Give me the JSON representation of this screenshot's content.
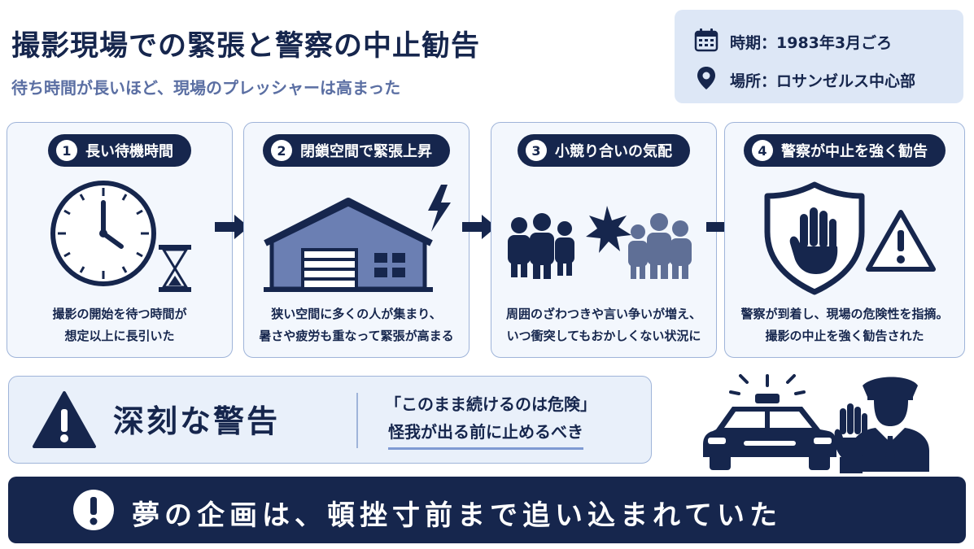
{
  "header": {
    "title": "撮影現場での緊張と警察の中止勧告",
    "subtitle": "待ち時間が長いほど、現場のプレッシャーは高まった"
  },
  "info": {
    "period": "時期：1983年3月ごろ",
    "place": "場所：ロサンゼルス中心部"
  },
  "steps": [
    {
      "number": "1",
      "title": "長い待機時間",
      "desc": [
        "撮影の開始を待つ時間が",
        "想定以上に長引いた"
      ],
      "icon": "clock-hourglass-icon"
    },
    {
      "number": "2",
      "title": "閉鎖空間で緊張上昇",
      "desc": [
        "狭い空間に多くの人が集まり、",
        "暑さや疲労も重なって緊張が高まる"
      ],
      "icon": "warehouse-lightning-icon"
    },
    {
      "number": "3",
      "title": "小競り合いの気配",
      "desc": [
        "周囲のざわつきや言い争いが増え、",
        "いつ衝突してもおかしくない状況に"
      ],
      "icon": "crowd-clash-icon"
    },
    {
      "number": "4",
      "title": "警察が中止を強く勧告",
      "desc": [
        "警察が到着し、現場の危険性を指摘。",
        "撮影の中止を強く勧告された"
      ],
      "icon": "shield-stop-hand-icon"
    }
  ],
  "warning": {
    "title": "深刻な警告",
    "quote_line1": "「このまま続けるのは危険」",
    "quote_line2": "怪我が出る前に止めるべき"
  },
  "banner": {
    "text": "夢の企画は、頓挫寸前まで追い込まれていた"
  },
  "colors": {
    "navy": "#16264d",
    "light_blue": "#dde7f6",
    "accent_blue": "#7f9ad3"
  }
}
